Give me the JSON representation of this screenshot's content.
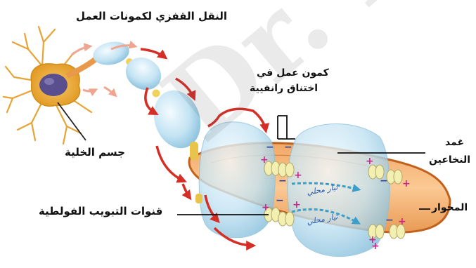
{
  "labels": {
    "saltatory": "النقل القفزي لكمونات العمل",
    "node_ap_line1": "كمون عمل في",
    "node_ap_line2": "اختناق رانفيية",
    "myelin_line1": "غمد",
    "myelin_line2": "النخاعين",
    "cell_body": "جسم الخلية",
    "axon": "المحوار",
    "channels": "قنوات التبويب الفولطية",
    "local_current": "تيار محلي"
  },
  "signs": {
    "plus": "+",
    "minus": "−"
  },
  "watermark": "Dr. Mo",
  "colors": {
    "axon": "#f4b070",
    "axon_edge": "#c0621e",
    "myelin": "#bfe0f0",
    "arrow": "#d42e26",
    "channel": "#f3efb0",
    "plus": "#d4208c",
    "minus": "#2b3fa0"
  },
  "icons": [
    "neuron-cell-icon",
    "arrow-icon",
    "ion-channel-icon"
  ]
}
